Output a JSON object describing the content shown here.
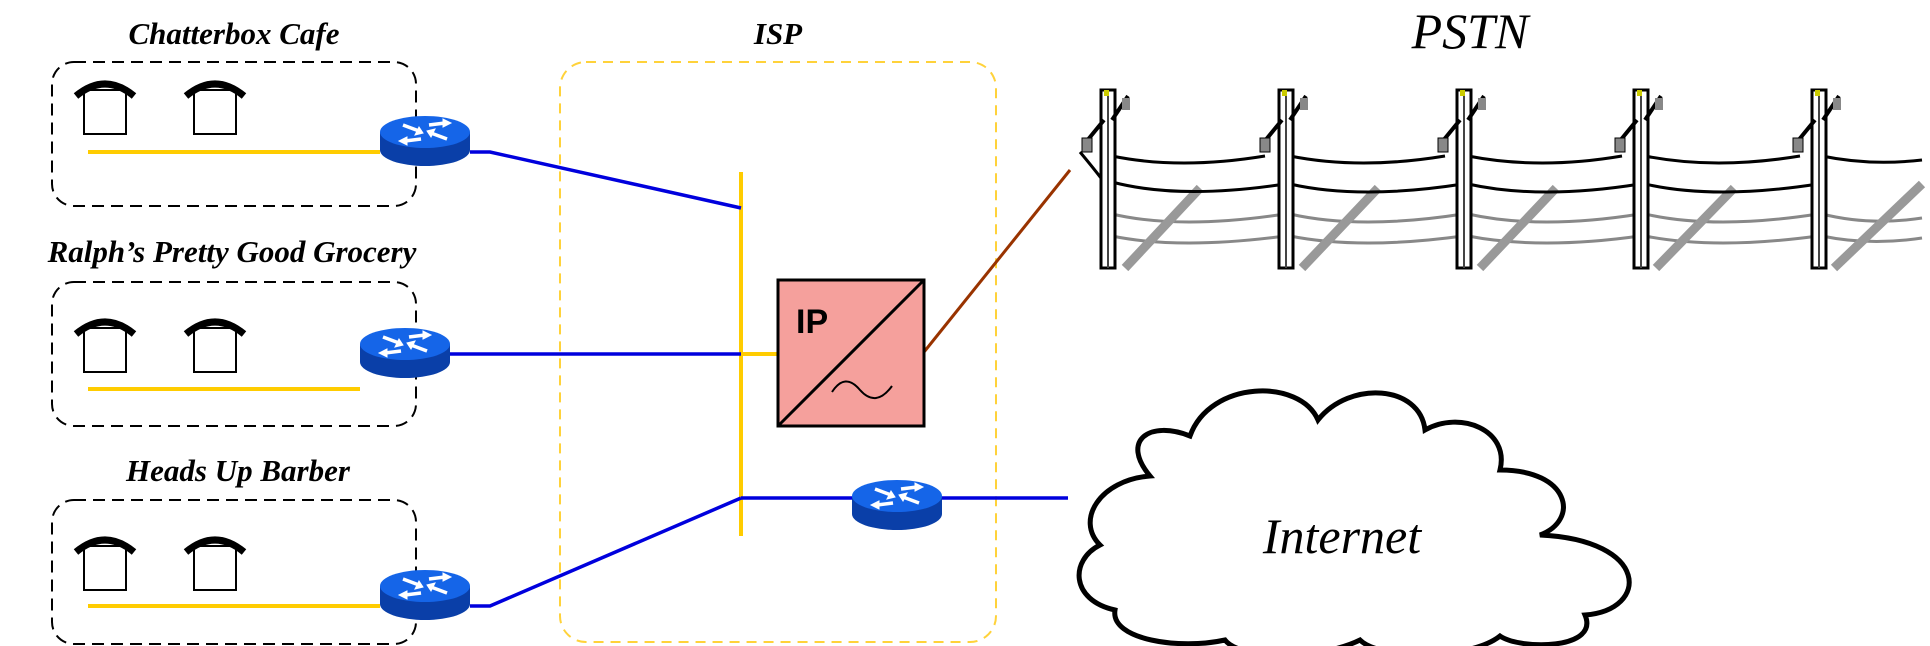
{
  "sites": [
    {
      "label": "Chatterbox Cafe"
    },
    {
      "label": "Ralph’s Pretty Good Grocery"
    },
    {
      "label": "Heads Up Barber"
    }
  ],
  "isp": {
    "label": "ISP"
  },
  "gateway": {
    "label": "IP"
  },
  "pstn": {
    "label": "PSTN"
  },
  "internet": {
    "label": "Internet"
  },
  "colors": {
    "lan": "#ffcc00",
    "wan": "#0000dd",
    "pstn_link": "#993300",
    "router": "#1565e8",
    "router_dark": "#0a3fa8",
    "gateway_fill": "#f5a09c",
    "isp_border": "#ffd23a"
  },
  "icons": [
    "house-icon",
    "router-icon",
    "voip-gateway-icon",
    "telephone-poles-icon",
    "cloud-icon"
  ]
}
